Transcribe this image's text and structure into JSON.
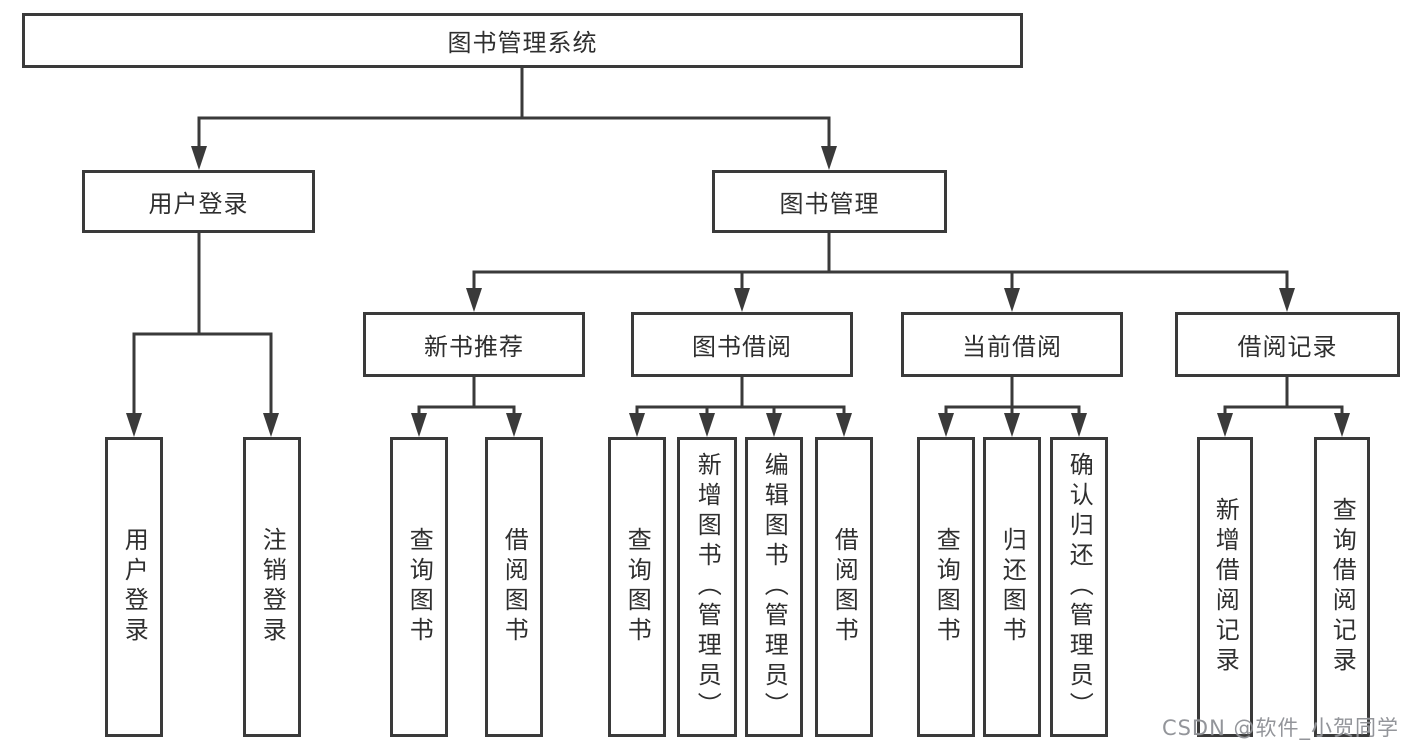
{
  "nodes": {
    "root": {
      "label": "图书管理系统"
    },
    "level1": {
      "user_login": {
        "label": "用户登录"
      },
      "book_management": {
        "label": "图书管理"
      }
    },
    "level2": {
      "new_book_recommend": {
        "label": "新书推荐"
      },
      "book_borrowing": {
        "label": "图书借阅"
      },
      "current_borrowing": {
        "label": "当前借阅"
      },
      "borrowing_records": {
        "label": "借阅记录"
      }
    },
    "leaves": {
      "user_login": {
        "label": "用户登录"
      },
      "logout": {
        "label": "注销登录"
      },
      "query_books_1": {
        "label": "查询图书"
      },
      "borrow_books_1": {
        "label": "借阅图书"
      },
      "query_books_2": {
        "label": "查询图书"
      },
      "add_books_admin": {
        "label": "新增图书（管理员）"
      },
      "edit_books_admin": {
        "label": "编辑图书（管理员）"
      },
      "borrow_books_2": {
        "label": "借阅图书"
      },
      "query_books_3": {
        "label": "查询图书"
      },
      "return_books": {
        "label": "归还图书"
      },
      "confirm_return_admin": {
        "label": "确认归还（管理员）"
      },
      "add_borrow_record": {
        "label": "新增借阅记录"
      },
      "query_borrow_record": {
        "label": "查询借阅记录"
      }
    }
  },
  "watermark": {
    "text": "CSDN @软件_小贺同学"
  },
  "colors": {
    "line": "#3a3a3a",
    "text": "#2f2f2f",
    "background": "#ffffff",
    "watermark": "#878a8f"
  }
}
